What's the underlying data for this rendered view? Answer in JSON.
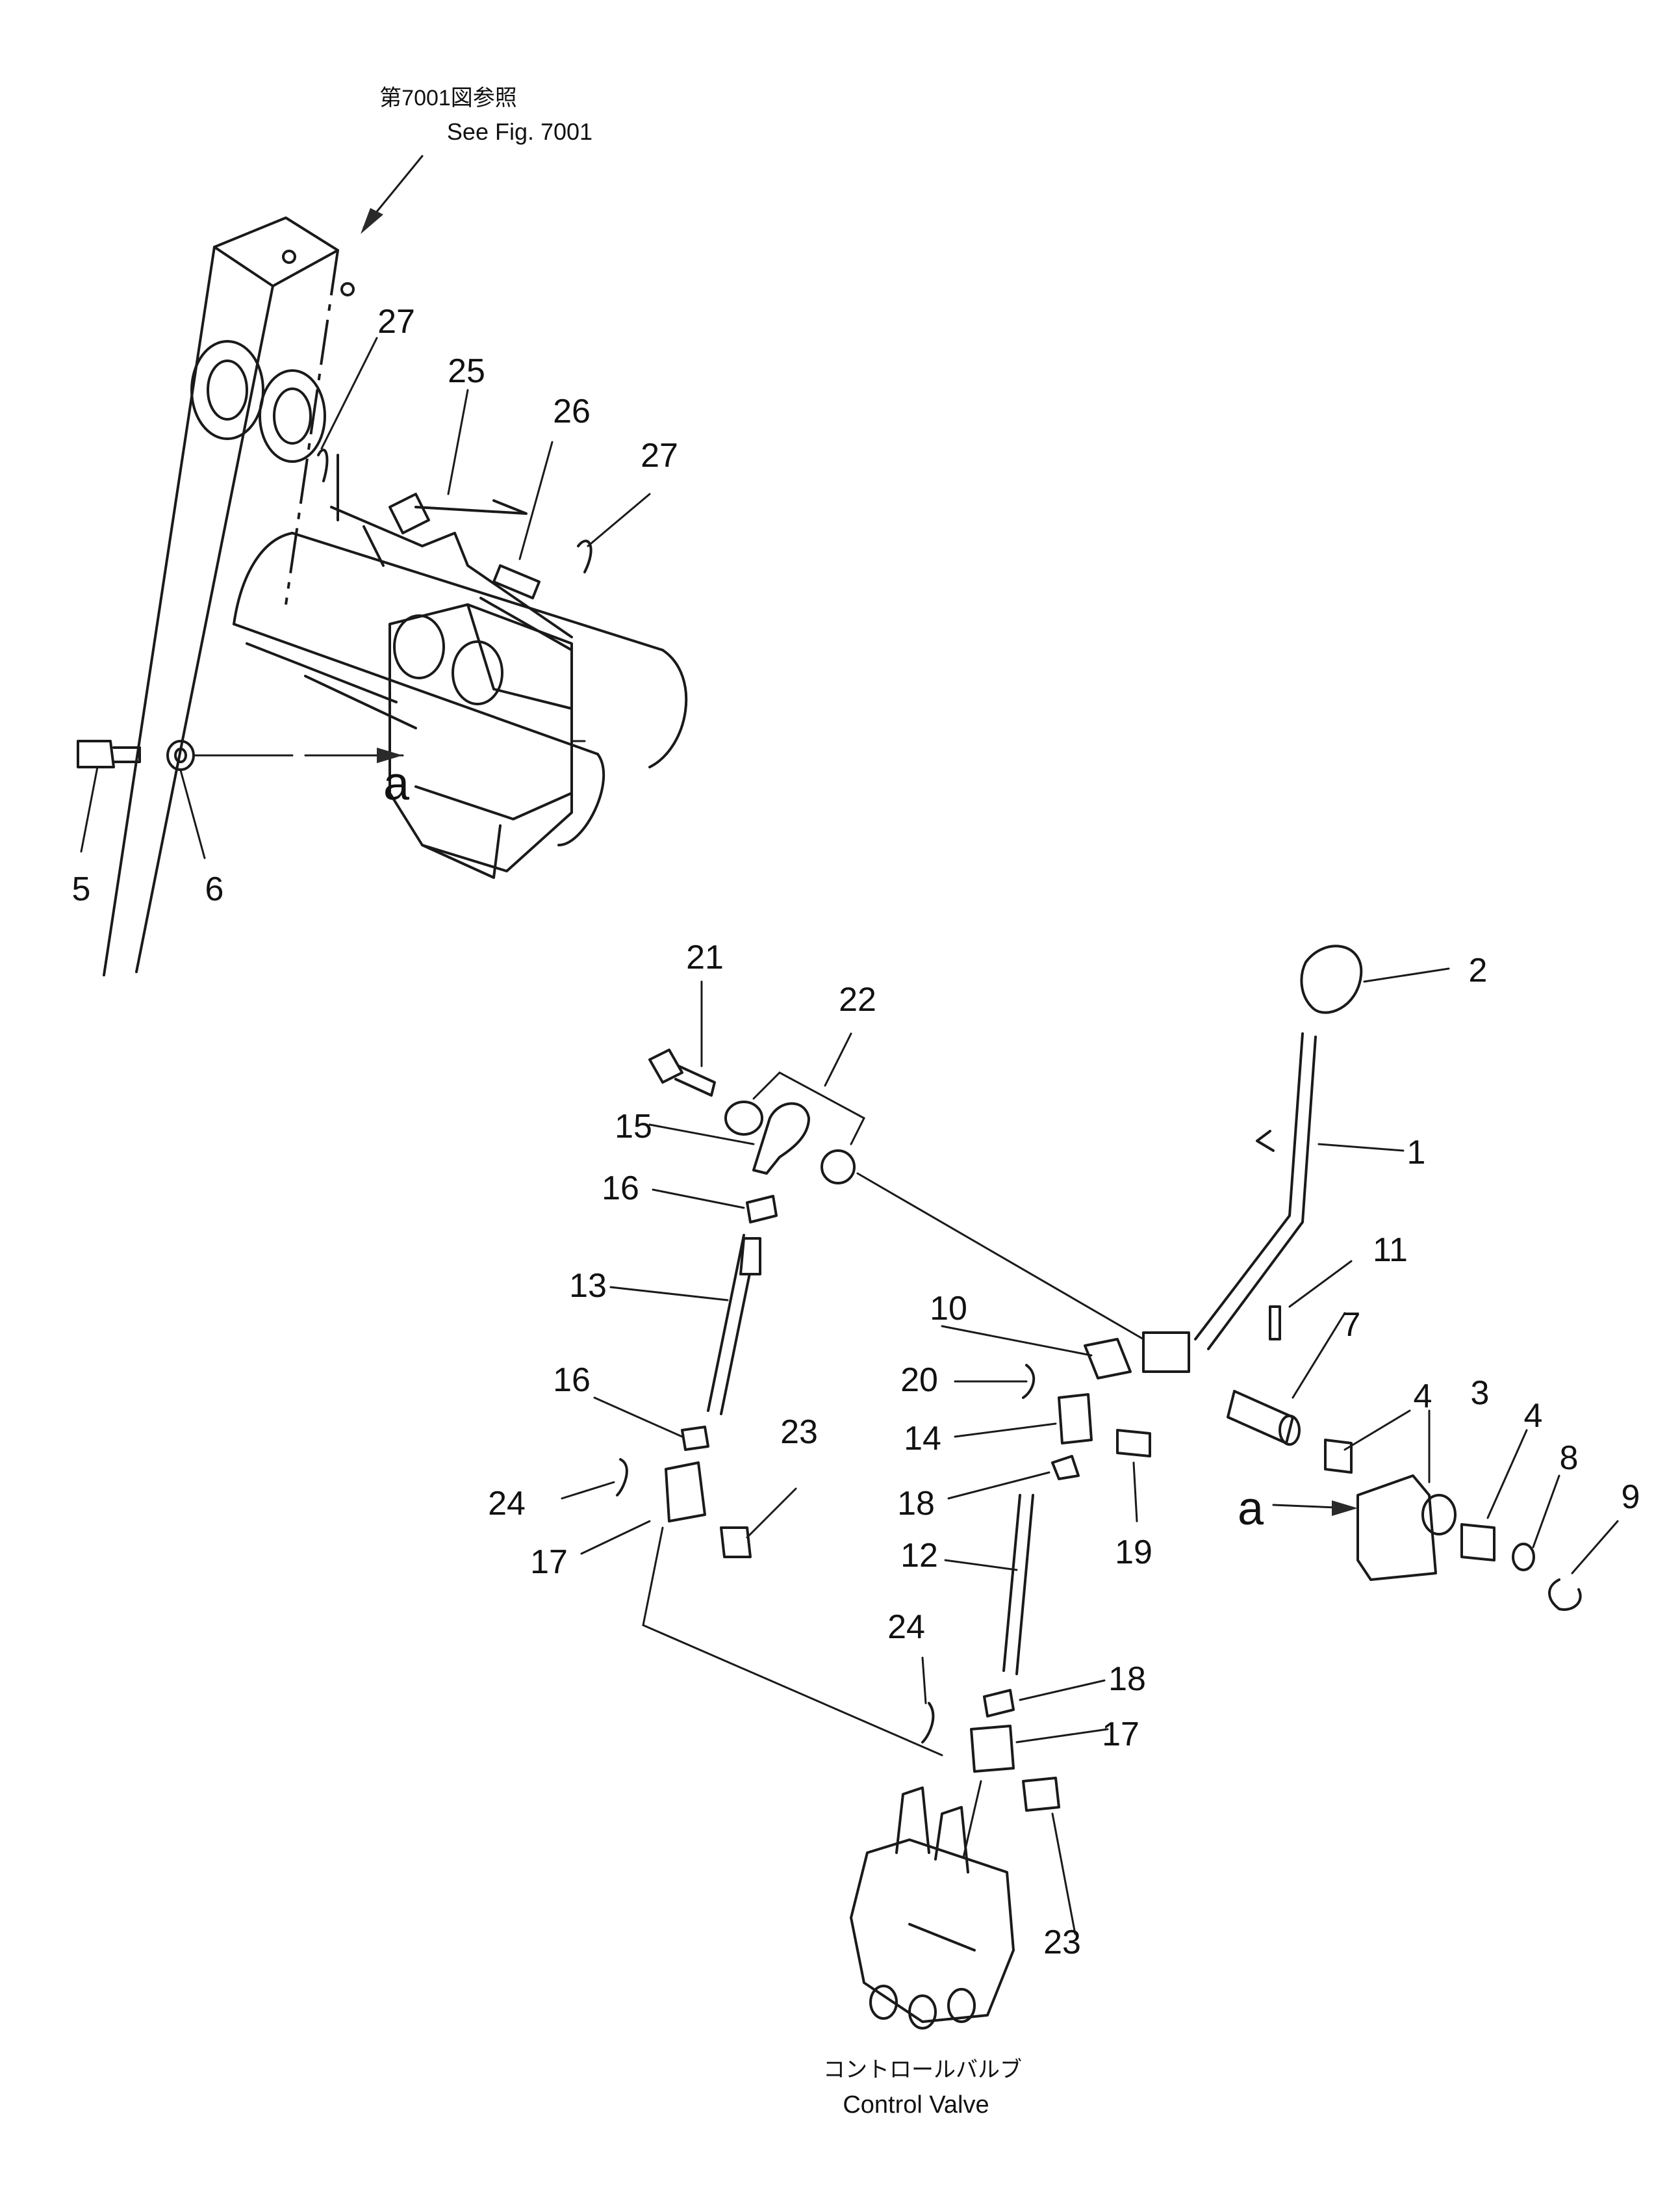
{
  "references": {
    "fig_ref_jp": "第7001図参照",
    "fig_ref_en": "See Fig. 7001",
    "view_marker_a": "a",
    "view_marker_a2": "a"
  },
  "component": {
    "name_jp": "コントロールバルブ",
    "name_en": "Control Valve"
  },
  "part_numbers": {
    "p1": "1",
    "p2": "2",
    "p3": "3",
    "p4a": "4",
    "p4b": "4",
    "p5": "5",
    "p6": "6",
    "p7": "7",
    "p8": "8",
    "p9": "9",
    "p10": "10",
    "p11": "11",
    "p12": "12",
    "p13": "13",
    "p14": "14",
    "p15": "15",
    "p16a": "16",
    "p16b": "16",
    "p17a": "17",
    "p17b": "17",
    "p18a": "18",
    "p18b": "18",
    "p19": "19",
    "p20": "20",
    "p21": "21",
    "p22": "22",
    "p23a": "23",
    "p23b": "23",
    "p24a": "24",
    "p24b": "24",
    "p25": "25",
    "p26": "26",
    "p27a": "27",
    "p27b": "27"
  }
}
